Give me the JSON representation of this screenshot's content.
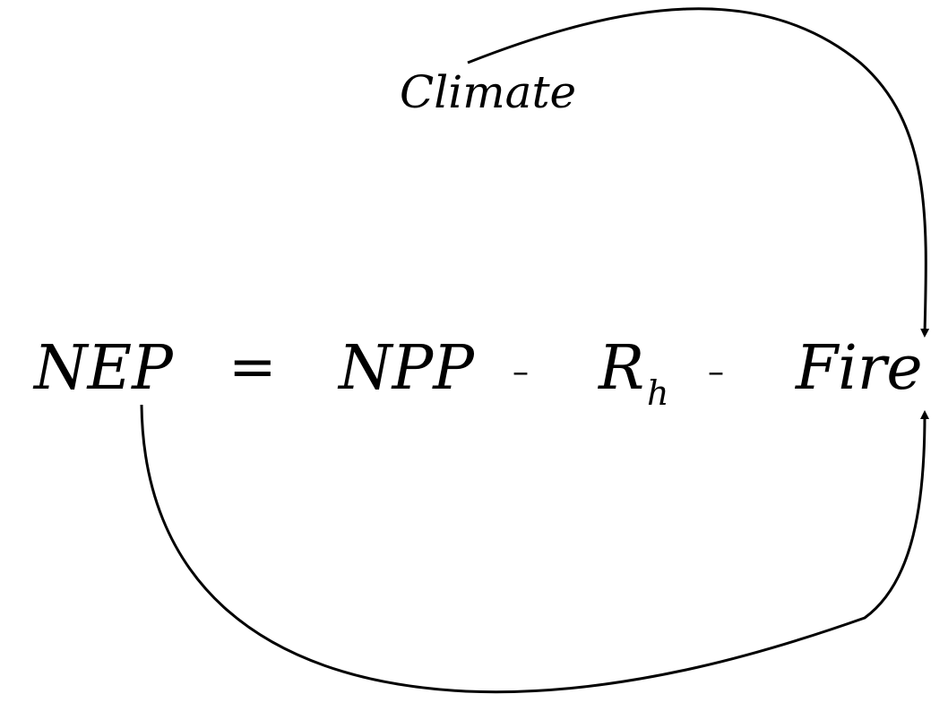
{
  "equation": {
    "lhs": "NEP",
    "equals": "=",
    "term1": "NPP",
    "minus1": "–",
    "term2_base": "R",
    "term2_sub": "h",
    "minus2": "–",
    "term3": "Fire"
  },
  "label": {
    "climate": "Climate"
  },
  "colors": {
    "ink": "#000000",
    "background": "#ffffff"
  }
}
